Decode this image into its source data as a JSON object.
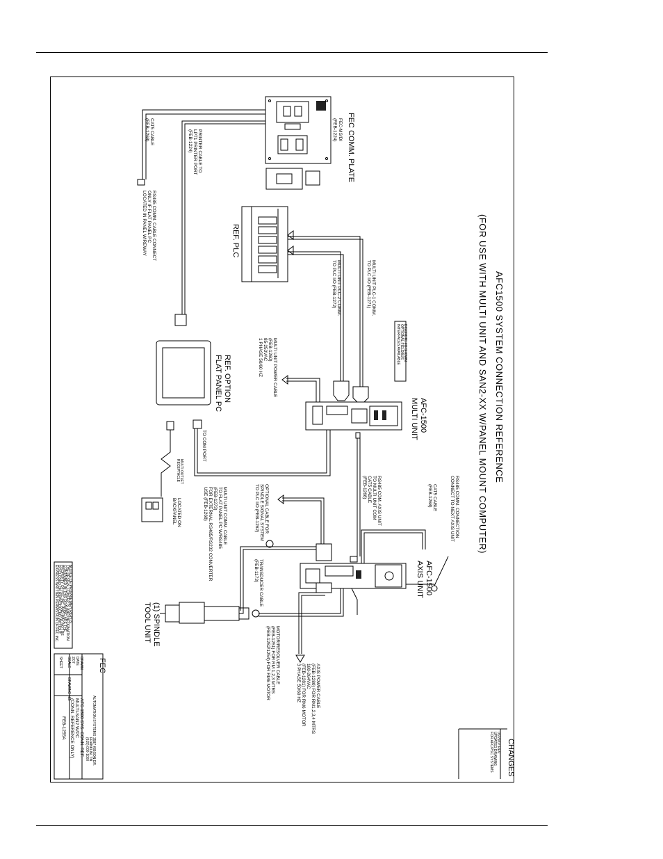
{
  "drawing": {
    "title": "AFC1500 SYSTEM CONNECTION REFERENCE",
    "subtitle": "(FOR USE WITH MULTI UNIT AND SAN2-XX W/PANEL MOUNT COMPUTER)",
    "fec_comm_plate": {
      "title": "FEC COMM. PLATE",
      "sub1": "FEC-MS/DI",
      "sub2": "(FEB-1224)"
    },
    "ref_plc": "REF. PLC",
    "flat_panel": {
      "line1": "REF. OPTION",
      "line2": "FLAT PANEL PC"
    },
    "multi_unit": {
      "line1": "AFC-1500",
      "line2": "MULTI UNIT"
    },
    "axis_unit": {
      "line1": "AFC-1500",
      "line2": "AXIS UNIT"
    },
    "spindle": {
      "line1": "(1) SPINDLE",
      "line2": "TOOL UNIT"
    },
    "notes": {
      "cat5_cable_top": [
        "CAT5 CABLE",
        "(FEB-1268)"
      ],
      "printer_cable": [
        "PRINTER CABLE TO",
        "LPT1 PRINTER PORT",
        "(FEB-1224)"
      ],
      "rs485_comm_left": [
        "RS485 COMM. CABLE CONNECT",
        "ONLY IF FLAT PANEL PC",
        "LOCATED IN PANEL WIREWAY"
      ],
      "plc1": [
        "MULTI UNIT PLC-1 COMM.",
        "TO PLC I/O (FEB-1271)"
      ],
      "plc2": [
        "MULTI UNIT PLC-2 COMM.",
        "TO PLC I/O (FEB-1272)"
      ],
      "discrete_io": [
        "DISCRETE I/O SHOWN",
        "OPTIONAL FIELDBUS",
        "INTERFACES AVAILABLE"
      ],
      "multi_power": [
        "MULTI UNIT POWER CABLE",
        "(FEB-1260)",
        "85-253VAC",
        "1 PHASE 50/60 HZ"
      ],
      "to_com_port": "TO COM PORT",
      "multi_comm_flat": [
        "MULTI UNIT COMM. CABLE",
        "TO FLAT PANEL PC W/RS485",
        "(FEB-1273)",
        "FOR EXTERNAL RS485/RS232 CONVERTER",
        "USE (FEB-1268)"
      ],
      "multi_outlet": [
        "MULTI OUTLET",
        "RECEPTACLE"
      ],
      "located_backpanel": [
        "LOCATED ON",
        "BACKPANEL"
      ],
      "rs485_axis": [
        "RS485 COM. AXIS UNIT",
        "TO MULTI UNIT COM",
        "CAT5 CABLE",
        "(FEB-1268)"
      ],
      "optional_cable": [
        "OPTIONAL CABLE FOR",
        "SPINDLE SIGNAL SYSTEM",
        "TO PLC I/O (FEB-1262)"
      ],
      "cat5_cable_right": [
        "CAT5 CABLE",
        "(FEB-1268)"
      ],
      "rs485_next": [
        "RS485 COMM. CONNECTION",
        "CONNECT TO NEXT AXIS UNIT"
      ],
      "transducer": [
        "TRANSDUCER CABLE",
        "(FEB-1173)"
      ],
      "motor_resolver": [
        "MOTOR/RESOLVER CABLE",
        "(FEB-1251) FOR RM 1,2,3 MTRS",
        "(FEB-1252/1254) FOR RM6 MOTOR"
      ],
      "axis_power": [
        "AXIS POWER CABLE",
        "(FEB-1280) FOR RM1,2,3,4 MTRS",
        "180-264VAC",
        "(FEB-1281) FOR RM6 MOTOR",
        "3 PHASE 50/60 HZ"
      ],
      "notice": [
        "NOTICE OF PROPRIETARY RIGHTS",
        "THE DESIGN, CONCEPTS AND INFORMATION",
        "CONTAINED IN THIS DRAWING ARE THE",
        "PROPERTY OF FEC INC. AND MAY NOT BE",
        "DISCLOSED OR REPRODUCED WITHOUT",
        "EXPRESS WRITTEN PERMISSION OF FEC INC."
      ],
      "changes_header": "CHANGES",
      "changes_entry": [
        "03/29/07 REV.",
        "UPDATED DRAWING",
        "FOR AFC/PSC SYSTEMS"
      ]
    },
    "title_block": {
      "company": "FEC",
      "company_sub": "AUTOMATION SYSTEMS",
      "address": [
        "3587 KIBSON DR.",
        "FRANKLIN, TN",
        "(615) 000-1000"
      ],
      "title": [
        "AFC-1500 SYS. CONN. REF.",
        "MULTI-SAN2 W/PC",
        "(CONN. REFERENCE ONLY)"
      ],
      "drawing_no_label": "DRAWING NO.",
      "drawing_no": "FEB-1255A",
      "scale_label": "SCALE",
      "sheet_label": "SHEET",
      "drawn_label": "DRAWN",
      "date_label": "DATE",
      "date": "2/07"
    }
  }
}
